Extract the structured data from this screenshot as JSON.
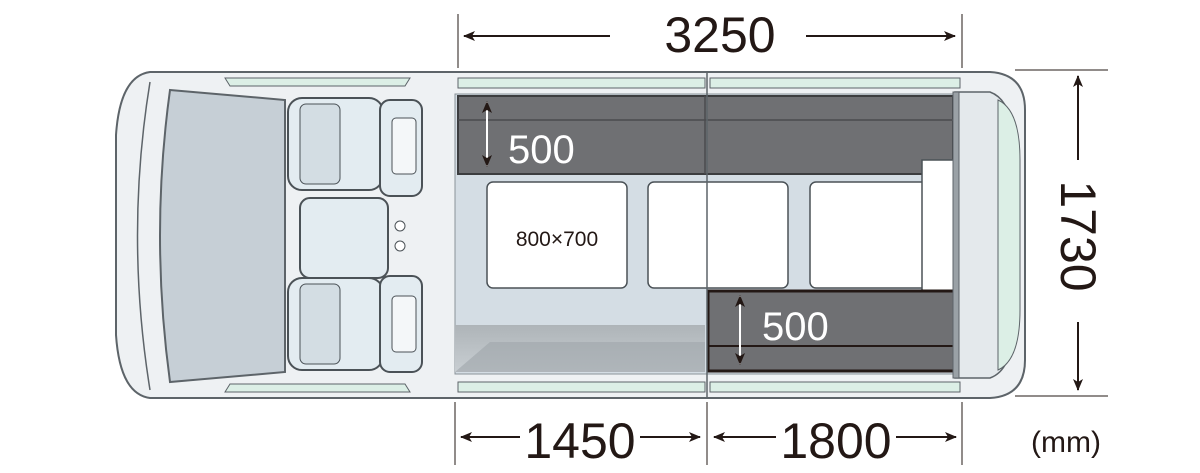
{
  "dimensions": {
    "total_length": "3250",
    "width": "1730",
    "front_length": "1450",
    "rear_length": "1800",
    "unit": "(mm)"
  },
  "areas": {
    "upper_shelf_depth": "500",
    "lower_shelf_depth": "500",
    "table_size": "800×700"
  },
  "colors": {
    "body_fill": "#eef1f3",
    "body_stroke": "#5d6469",
    "window_fill": "#dcefe6",
    "shelf_fill": "#6f7073",
    "floor_fill": "#d4dde4",
    "text": "#231815"
  }
}
